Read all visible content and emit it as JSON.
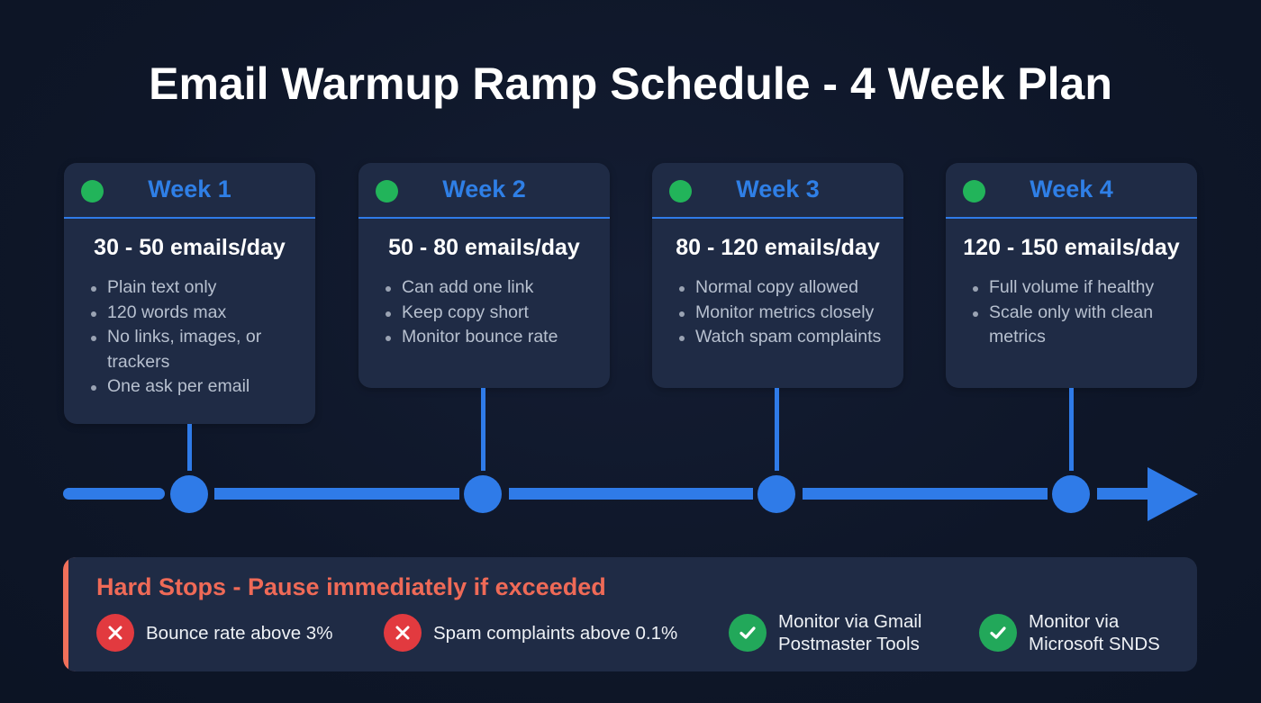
{
  "title": "Email Warmup Ramp Schedule - 4 Week Plan",
  "colors": {
    "background": "#0f172a",
    "card": "#1f2b45",
    "accent_blue": "#2f7be8",
    "status_green": "#22b45a",
    "warning_red": "#ef6a57",
    "error_red": "#e23a3f",
    "success_green": "#22a85a"
  },
  "weeks": [
    {
      "label": "Week 1",
      "status_icon": "green-dot",
      "rate": "30 - 50 emails/day",
      "bullets": [
        "Plain text only",
        "120 words max",
        "No links, images, or trackers",
        "One ask per email"
      ]
    },
    {
      "label": "Week 2",
      "status_icon": "green-dot",
      "rate": "50 - 80 emails/day",
      "bullets": [
        "Can add one link",
        "Keep copy short",
        "Monitor bounce rate"
      ]
    },
    {
      "label": "Week 3",
      "status_icon": "green-dot",
      "rate": "80 - 120 emails/day",
      "bullets": [
        "Normal copy allowed",
        "Monitor metrics closely",
        "Watch spam complaints"
      ]
    },
    {
      "label": "Week 4",
      "status_icon": "green-dot",
      "rate": "120 - 150 emails/day",
      "bullets": [
        "Full volume if healthy",
        "Scale only with clean metrics"
      ]
    }
  ],
  "hard_stops": {
    "title": "Hard Stops - Pause immediately if exceeded",
    "items": [
      {
        "icon": "x-circle-icon",
        "type": "bad",
        "text": "Bounce rate above 3%"
      },
      {
        "icon": "x-circle-icon",
        "type": "bad",
        "text": "Spam complaints above 0.1%"
      },
      {
        "icon": "check-circle-icon",
        "type": "good",
        "line1": "Monitor via Gmail",
        "line2": "Postmaster Tools"
      },
      {
        "icon": "check-circle-icon",
        "type": "good",
        "line1": "Monitor via",
        "line2": "Microsoft SNDS"
      }
    ]
  }
}
